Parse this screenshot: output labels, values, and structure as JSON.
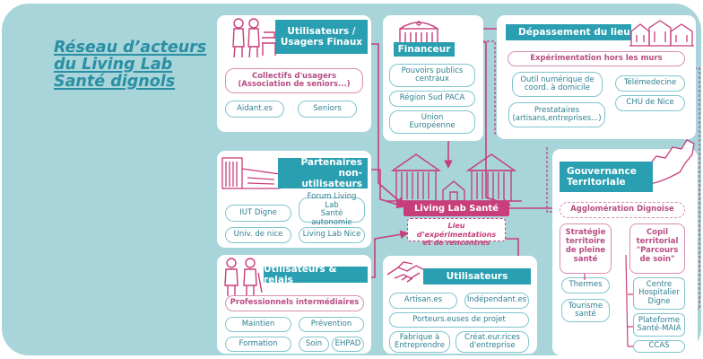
{
  "title": {
    "line1": "Réseau d’acteurs",
    "line2": "du Living Lab",
    "line3": "Santé dignols"
  },
  "center": {
    "title": "Living Lab Santé",
    "subtitle_line1": "Lieu d’expérimentations",
    "subtitle_line2": "et de rencontres"
  },
  "usagers_finaux": {
    "header_line1": "Utilisateurs /",
    "header_line2": "Usagers Finaux",
    "collectifs_line1": "Collectifs d'usagers",
    "collectifs_line2": "(Association de seniors...)",
    "aidants": "Aidant.es",
    "seniors": "Seniors"
  },
  "financeur": {
    "header": "Financeur",
    "pouvoirs_line1": "Pouvoirs publics",
    "pouvoirs_line2": "centraux",
    "region": "Région Sud PACA",
    "ue_line1": "Union",
    "ue_line2": "Européenne"
  },
  "depassement": {
    "header": "Dépassement du lieu",
    "experimentation": "Expérimentation hors les murs",
    "outil_line1": "Outil numérique de",
    "outil_line2": "coord. à domicile",
    "prestataires_line1": "Prestataires",
    "prestataires_line2": "(artisans,entreprises...)",
    "telemedecine": "Télémedecine",
    "chu": "CHU de Nice"
  },
  "partenaires": {
    "header_line1": "Partenaires",
    "header_line2": "non-utilisateurs",
    "iut": "IUT Digne",
    "forum_line1": "Forum Living Lab",
    "forum_line2": "Santé autonomie",
    "univ": "Univ. de nice",
    "living_lab_nice": "Living Lab Nice"
  },
  "gouvernance": {
    "header_line1": "Gouvernance",
    "header_line2": "Territoriale",
    "agglomeration": "Agglomération Dignoise",
    "strategie_line1": "Stratégie",
    "strategie_line2": "territoire",
    "strategie_line3": "de pleine",
    "strategie_line4": "santé",
    "copil_line1": "Copil",
    "copil_line2": "territorial",
    "copil_line3": "\"Parcours",
    "copil_line4": "de soin\"",
    "thermes": "Thermes",
    "tourisme_line1": "Tourisme",
    "tourisme_line2": "santé",
    "centre_line1": "Centre",
    "centre_line2": "Hospitalier",
    "centre_line3": "Digne",
    "plateforme_line1": "Plateforme",
    "plateforme_line2": "Santé-MAIA",
    "ccas": "CCAS"
  },
  "relais": {
    "header": "Utilisateurs & relais",
    "professionnels": "Professionnels intermédiaires",
    "maintien": "Maintien",
    "prevention": "Prévention",
    "formation": "Formation",
    "soin": "Soin",
    "ehpad": "EHPAD"
  },
  "utilisateurs": {
    "header": "Utilisateurs",
    "artisans": "Artisan.es",
    "independants": "Indépendant.es",
    "porteurs": "Porteurs.euses de projet",
    "fabrique_line1": "Fabrique à",
    "fabrique_line2": "Entreprendre",
    "createurs_line1": "Créat.eur.rices",
    "createurs_line2": "d'entreprise"
  },
  "colors": {
    "teal": "#2a9fb1",
    "pink": "#c83e7a",
    "background": "#a7d5da"
  }
}
